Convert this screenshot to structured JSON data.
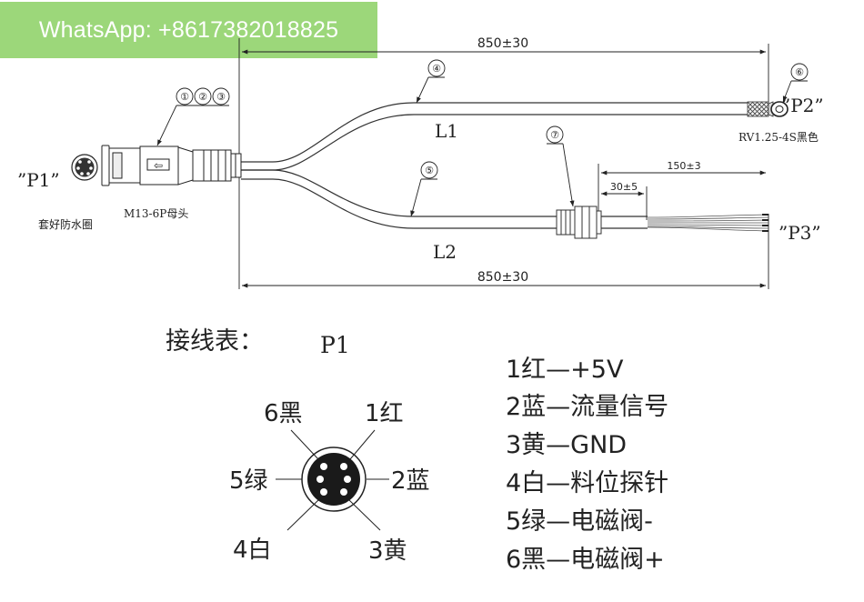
{
  "banner": {
    "text": "WhatsApp: +8617382018825",
    "color": "#9cd77a"
  },
  "drawing": {
    "dim_top": "850±30",
    "dim_bottom": "850±30",
    "dim_p3_total": "150±3",
    "dim_p3_strip": "30±5",
    "circles": [
      "①",
      "②",
      "③",
      "④",
      "⑤",
      "⑥",
      "⑦"
    ],
    "p1_label": "”P1”",
    "p2_label": "”P2”",
    "p3_label": "”P3”",
    "l1": "L1",
    "l2": "L2",
    "connector_model": "M13-6P母头",
    "waterproof_note": "套好防水圈",
    "ring_terminal": "RV1.25-4S黑色"
  },
  "wiring": {
    "title": "接线表：",
    "connector": "P1",
    "pins": {
      "p1": "1红",
      "p2": "2蓝",
      "p3": "3黄",
      "p4": "4白",
      "p5": "5绿",
      "p6": "6黑"
    },
    "table": [
      "1红—+5V",
      "2蓝—流量信号",
      "3黄—GND",
      "4白—料位探针",
      "5绿—电磁阀-",
      "6黑—电磁阀+"
    ]
  }
}
